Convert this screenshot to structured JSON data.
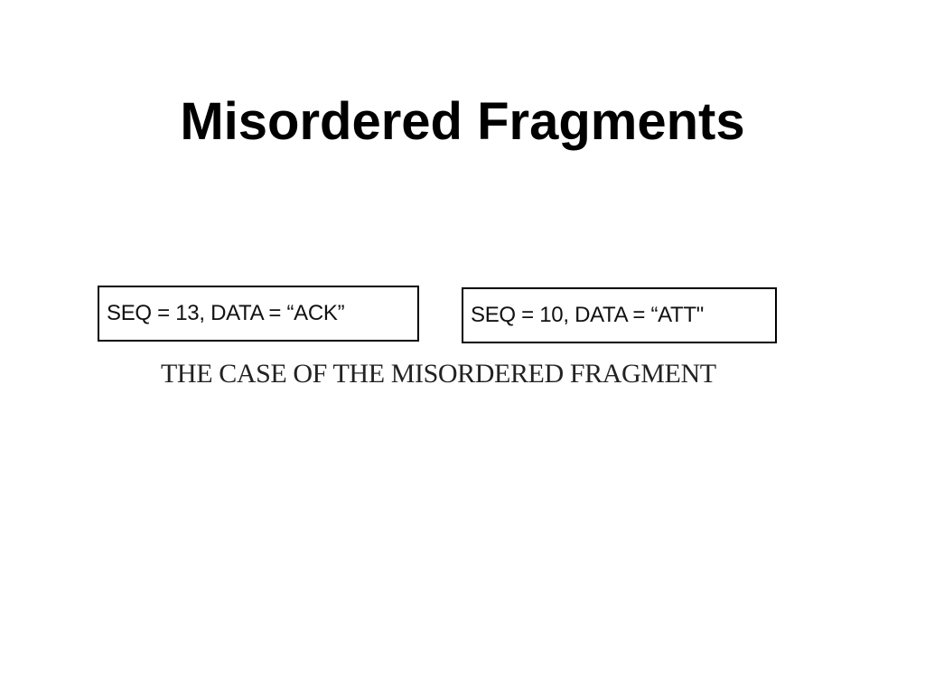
{
  "title": "Misordered Fragments",
  "fragments": [
    {
      "label": "SEQ = 13, DATA = “ACK”"
    },
    {
      "label": "SEQ = 10, DATA = “ATT\""
    }
  ],
  "caption": "THE CASE OF THE MISORDERED FRAGMENT",
  "colors": {
    "background": "#ffffff",
    "text": "#000000",
    "border": "#000000"
  }
}
